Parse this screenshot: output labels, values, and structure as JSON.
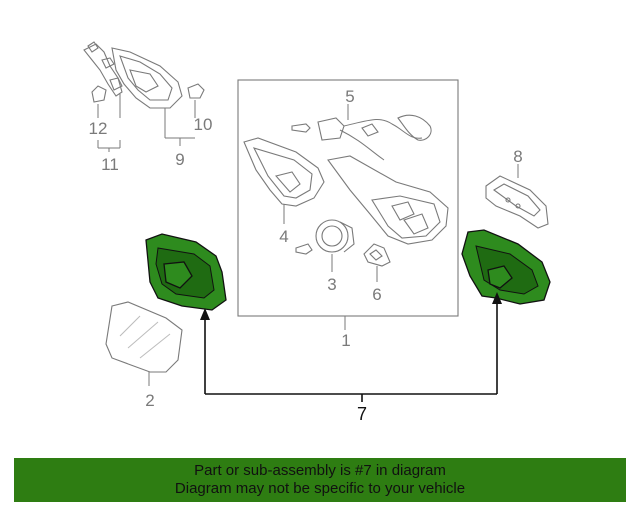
{
  "callouts": {
    "c1": "1",
    "c2": "2",
    "c3": "3",
    "c4": "4",
    "c5": "5",
    "c6": "6",
    "c7": "7",
    "c8": "8",
    "c9": "9",
    "c10": "10",
    "c11": "11",
    "c12": "12"
  },
  "highlight_color": "#2e7d12",
  "banner": {
    "line1": "Part or sub-assembly is #7 in diagram",
    "line2": "Diagram may not be specific to your vehicle"
  }
}
